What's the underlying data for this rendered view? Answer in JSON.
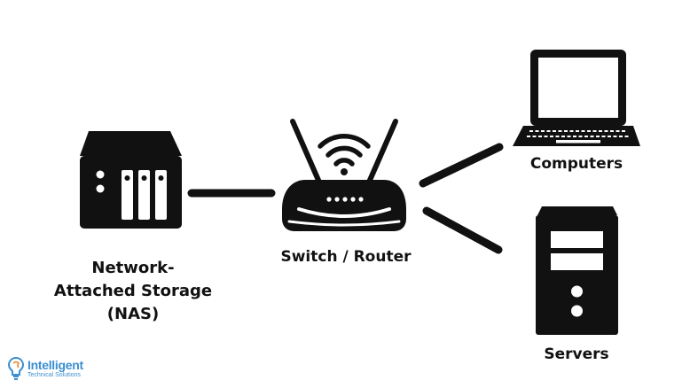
{
  "nodes": {
    "nas": {
      "icon": "nas-storage-icon",
      "label_lines": [
        "Network-",
        "Attached Storage",
        "(NAS)"
      ]
    },
    "router": {
      "icon": "wifi-router-icon",
      "label": "Switch / Router"
    },
    "computers": {
      "icon": "laptop-icon",
      "label": "Computers"
    },
    "servers": {
      "icon": "server-tower-icon",
      "label": "Servers"
    }
  },
  "connections": [
    {
      "from": "nas",
      "to": "router"
    },
    {
      "from": "router",
      "to": "computers"
    },
    {
      "from": "router",
      "to": "servers"
    }
  ],
  "logo": {
    "icon": "brain-lightbulb-icon",
    "name": "Intelligent",
    "tagline": "Technical Solutions",
    "color": "#3b8fd1",
    "accent": "#e8892c"
  },
  "colors": {
    "icon": "#111111",
    "background": "#ffffff"
  }
}
